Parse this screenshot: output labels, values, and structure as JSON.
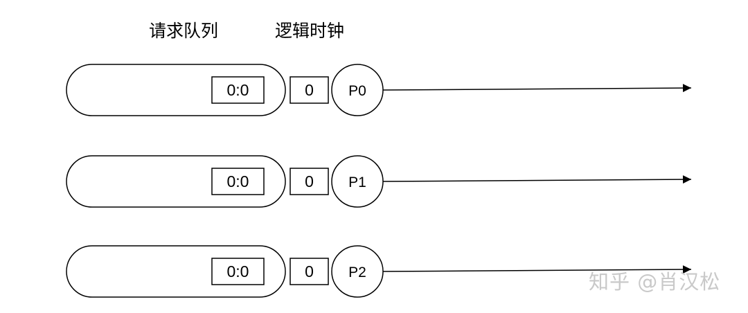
{
  "headers": {
    "request_queue": "请求队列",
    "logical_clock": "逻辑时钟"
  },
  "rows": [
    {
      "queue_entry": "0:0",
      "clock": "0",
      "process": "P0"
    },
    {
      "queue_entry": "0:0",
      "clock": "0",
      "process": "P1"
    },
    {
      "queue_entry": "0:0",
      "clock": "0",
      "process": "P2"
    }
  ],
  "watermark": "知乎 @肖汉松"
}
